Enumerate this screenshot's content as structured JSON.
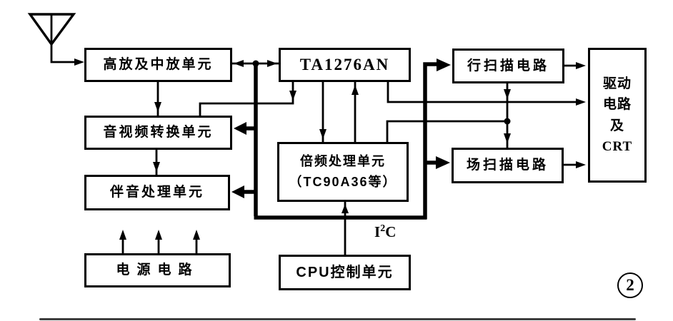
{
  "diagram": {
    "title_hint": "TV receiver signal-flow block diagram",
    "blocks": {
      "rf_if_amp": {
        "label": "高放及中放单元"
      },
      "ta1276an": {
        "label": "TA1276AN"
      },
      "line_scan": {
        "label": "行扫描电路"
      },
      "drive_crt": {
        "lines": [
          "驱动",
          "电路",
          "及",
          "CRT"
        ]
      },
      "av_convert": {
        "label": "音视频转换单元"
      },
      "freq_double": {
        "lines": [
          "倍频处理单元",
          "（TC90A36等）"
        ]
      },
      "field_scan": {
        "label": "场扫描电路"
      },
      "sound_proc": {
        "label": "伴音处理单元"
      },
      "power": {
        "label": "电源电路"
      },
      "cpu": {
        "label": "CPU控制单元"
      }
    },
    "labels": {
      "i2c_pre": "I",
      "i2c_sup": "2",
      "i2c_post": "C",
      "figure_number": "2"
    },
    "colors": {
      "line": "#000000",
      "background": "#ffffff"
    }
  }
}
